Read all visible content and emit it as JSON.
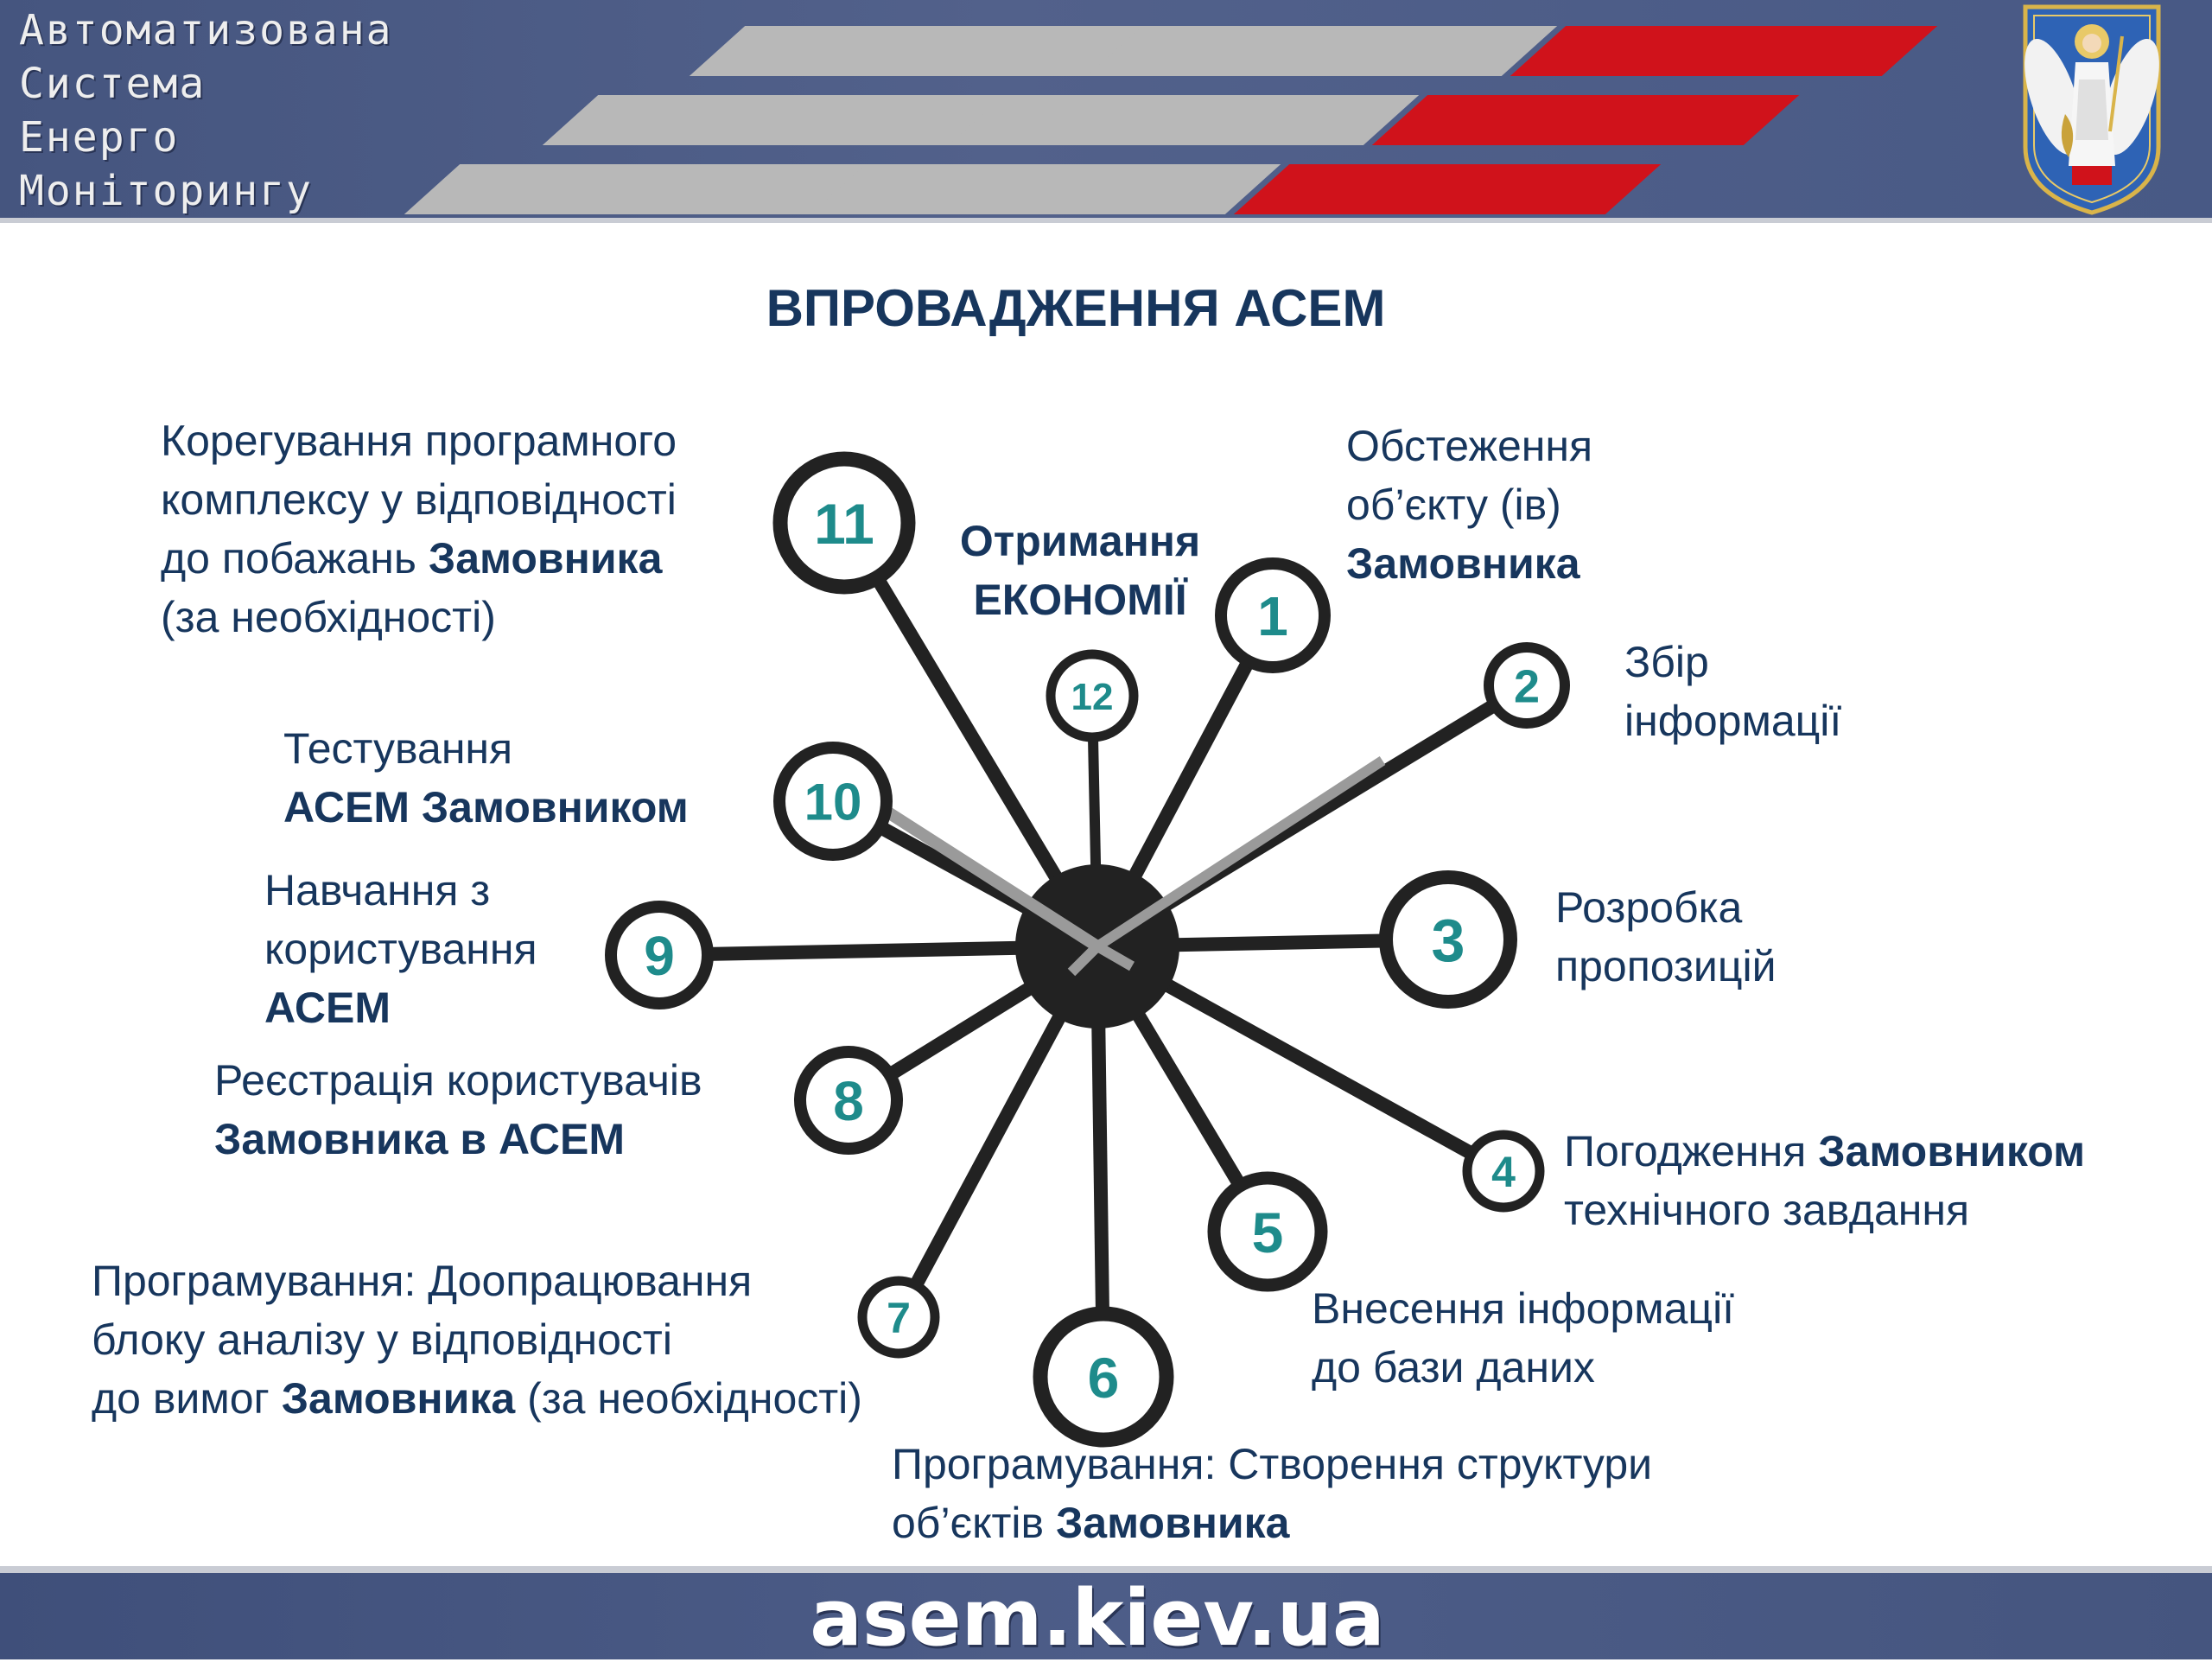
{
  "header": {
    "title_lines": [
      "Автоматизована",
      "Система",
      "Енерго",
      "Моніторингу"
    ]
  },
  "slide": {
    "title": "ВПРОВАДЖЕННЯ АСЕМ",
    "center_label_line1": "Отримання",
    "center_label_line2": "ЕКОНОМІЇ"
  },
  "steps": [
    {
      "num": "1",
      "lines": [
        [
          "Обстеження"
        ],
        [
          "об’єкту (ів)"
        ],
        [
          {
            "b": "Замовника"
          }
        ]
      ]
    },
    {
      "num": "2",
      "lines": [
        [
          "Збір"
        ],
        [
          "інформації"
        ]
      ]
    },
    {
      "num": "3",
      "lines": [
        [
          "Розробка"
        ],
        [
          "пропозицій"
        ]
      ]
    },
    {
      "num": "4",
      "lines": [
        [
          "Погодження ",
          {
            "b": "Замовником"
          }
        ],
        [
          "технічного завдання"
        ]
      ]
    },
    {
      "num": "5",
      "lines": [
        [
          "Внесення інформації"
        ],
        [
          "до бази даних"
        ]
      ]
    },
    {
      "num": "6",
      "lines": [
        [
          "Програмування: Створення структури"
        ],
        [
          "об’єктів ",
          {
            "b": "Замовника"
          }
        ]
      ]
    },
    {
      "num": "7",
      "lines": [
        [
          "Програмування: Доопрацювання"
        ],
        [
          "блоку аналізу у відповідності"
        ],
        [
          "до вимог ",
          {
            "b": "Замовника"
          },
          " (за необхідності)"
        ]
      ]
    },
    {
      "num": "8",
      "lines": [
        [
          "Реєстрація користувачів"
        ],
        [
          {
            "b": "Замовника в АСЕМ"
          }
        ]
      ]
    },
    {
      "num": "9",
      "lines": [
        [
          "Навчання з"
        ],
        [
          "користування"
        ],
        [
          {
            "b": "АСЕМ"
          }
        ]
      ]
    },
    {
      "num": "10",
      "lines": [
        [
          "Тестування"
        ],
        [
          {
            "b": "АСЕМ Замовником"
          }
        ]
      ]
    },
    {
      "num": "11",
      "lines": [
        [
          "Корегування програмного"
        ],
        [
          "комплексу у відповідності"
        ],
        [
          "до побажань ",
          {
            "b": "Замовника"
          }
        ],
        [
          "(за необхідності)"
        ]
      ]
    },
    {
      "num": "12",
      "lines": []
    }
  ],
  "footer": {
    "url": "asem.kiev.ua"
  },
  "colors": {
    "text_dark_blue": "#17365d",
    "number_teal": "#1e8b8b",
    "clock_black": "#222222",
    "stripe_red": "#d0121b",
    "stripe_grey": "#b8b8b8",
    "header_blue": "#4d5d88"
  }
}
